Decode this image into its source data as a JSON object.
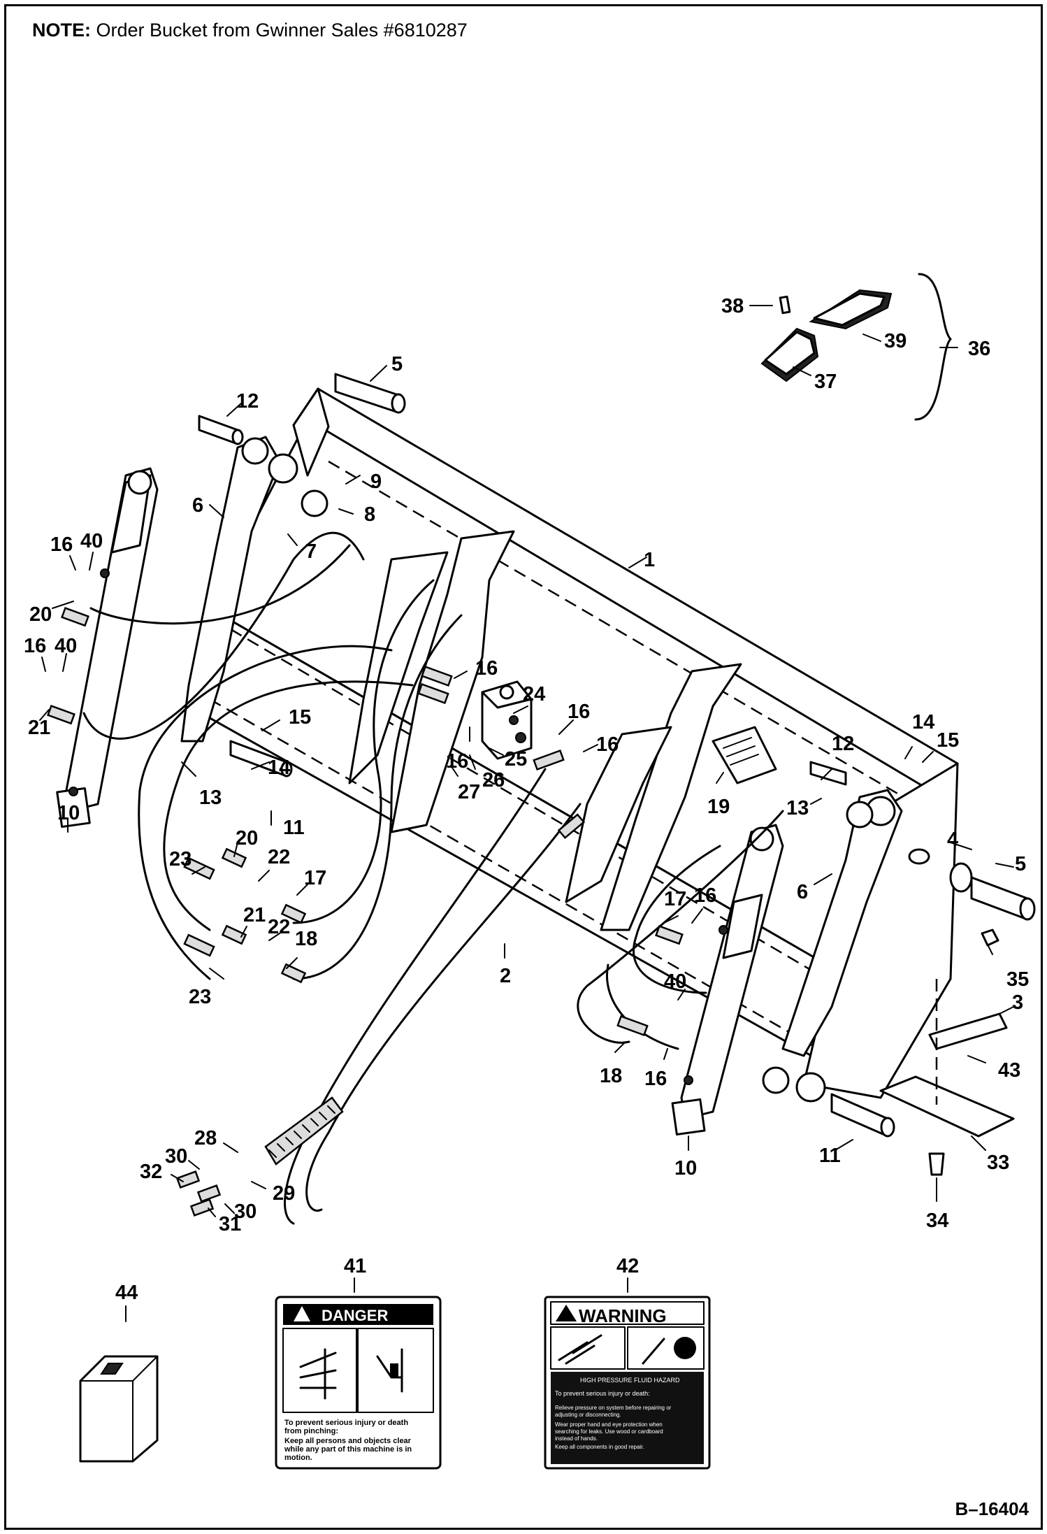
{
  "note": {
    "prefix": "NOTE:",
    "text": "Order Bucket from Gwinner Sales #6810287"
  },
  "doc_id": "B–16404",
  "decals": {
    "danger": {
      "header": "DANGER",
      "caption": "To prevent serious injury or death from pinching:",
      "bullet": "Keep all persons and objects clear while any part of this machine is in motion."
    },
    "warning": {
      "header": "WARNING",
      "subheader": "HIGH PRESSURE FLUID HAZARD",
      "lead": "To prevent serious injury or death:",
      "bullets": [
        "Relieve pressure on system before repairing or adjusting or disconnecting.",
        "Wear proper hand and eye protection when searching for leaks. Use wood or cardboard instead of hands.",
        "Keep all components in good repair."
      ]
    }
  },
  "callouts": {
    "c1": "1",
    "c2": "2",
    "c3": "3",
    "c4": "4",
    "c5a": "5",
    "c5b": "5",
    "c6a": "6",
    "c6b": "6",
    "c7": "7",
    "c8": "8",
    "c9": "9",
    "c10a": "10",
    "c10b": "10",
    "c11a": "11",
    "c11b": "11",
    "c12a": "12",
    "c12b": "12",
    "c13a": "13",
    "c13b": "13",
    "c14a": "14",
    "c14b": "14",
    "c15a": "15",
    "c15b": "15",
    "c16a": "16",
    "c16b": "16",
    "c16c": "16",
    "c16d": "16",
    "c16e": "16",
    "c16f": "16",
    "c16g": "16",
    "c16h": "16",
    "c17a": "17",
    "c17b": "17",
    "c18a": "18",
    "c18b": "18",
    "c19": "19",
    "c20a": "20",
    "c20b": "20",
    "c21a": "21",
    "c21b": "21",
    "c22a": "22",
    "c22b": "22",
    "c23a": "23",
    "c23b": "23",
    "c24": "24",
    "c25": "25",
    "c26": "26",
    "c27": "27",
    "c28": "28",
    "c29": "29",
    "c30a": "30",
    "c30b": "30",
    "c31": "31",
    "c32": "32",
    "c33": "33",
    "c34": "34",
    "c35": "35",
    "c36": "36",
    "c37": "37",
    "c38": "38",
    "c39": "39",
    "c40a": "40",
    "c40b": "40",
    "c40c": "40",
    "c41": "41",
    "c42": "42",
    "c43": "43",
    "c44": "44"
  }
}
